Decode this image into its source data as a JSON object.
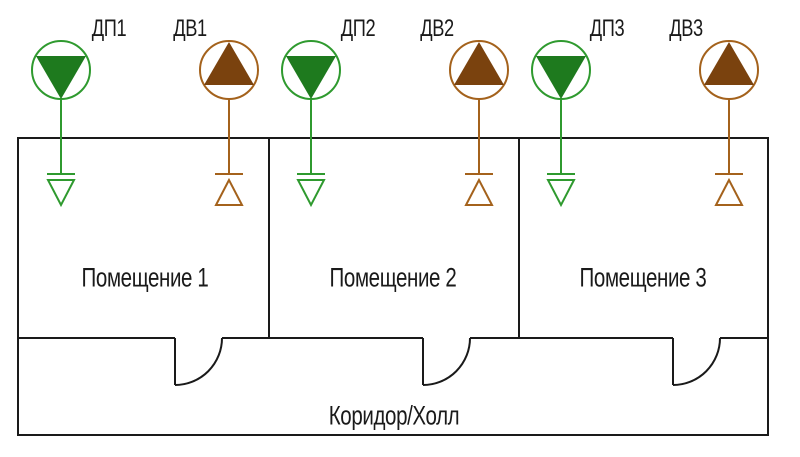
{
  "colors": {
    "background": "#ffffff",
    "wall": "#1a1a1a",
    "text": "#1a1a1a",
    "supply_stroke": "#2f9a2f",
    "supply_fill": "#1e7a1e",
    "exhaust_stroke": "#a4621c",
    "exhaust_fill": "#7a420e"
  },
  "sensors": [
    {
      "label": "ДП1"
    },
    {
      "label": "ДВ1"
    },
    {
      "label": "ДП2"
    },
    {
      "label": "ДВ2"
    },
    {
      "label": "ДП3"
    },
    {
      "label": "ДВ3"
    }
  ],
  "rooms": [
    {
      "label": "Помещение 1"
    },
    {
      "label": "Помещение 2"
    },
    {
      "label": "Помещение 3"
    }
  ],
  "corridor": {
    "label": "Коридор/Холл"
  }
}
